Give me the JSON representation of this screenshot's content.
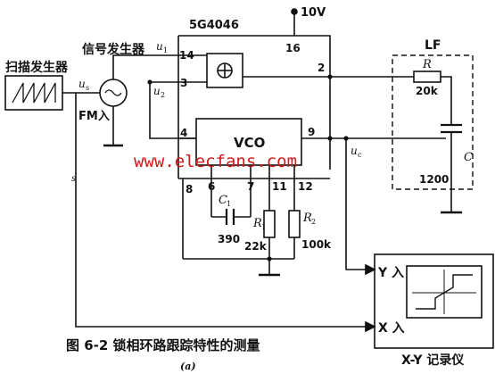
{
  "labels": {
    "sweep_gen": "扫描发生器",
    "signal_gen": "信号发生器",
    "chip": "5G4046",
    "vdd": "10V",
    "vco": "VCO",
    "u1": "u",
    "u1_sub": "1",
    "u2": "u",
    "u2_sub": "2",
    "us": "u",
    "us_sub": "s",
    "uc": "u",
    "uc_sub": "c",
    "fm_in": "FM入",
    "lf": "LF",
    "r": "R",
    "r_val": "20k",
    "c": "C",
    "c_val": "1200",
    "c1": "C",
    "c1_sub": "1",
    "c1_val": "390",
    "r1": "R",
    "r1_sub": "1",
    "r1_val": "22k",
    "r2": "R",
    "r2_sub": "2",
    "r2_val": "100k",
    "y_in": "Y 入",
    "x_in": "X 入",
    "xy_recorder": "X-Y 记录仪",
    "watermark": "www.elecfans.com",
    "caption": "图 6-2  锁相环路跟踪特性的测量",
    "sub_caption": "(a)",
    "mark_s": "s"
  },
  "pins": {
    "p14": "14",
    "p3": "3",
    "p4": "4",
    "p16": "16",
    "p2": "2",
    "p9": "9",
    "p8": "8",
    "p6": "6",
    "p7": "7",
    "p11": "11",
    "p12": "12"
  },
  "colors": {
    "ink": "#111111",
    "watermark": "#d11a1a",
    "lf_border": "#222222"
  }
}
